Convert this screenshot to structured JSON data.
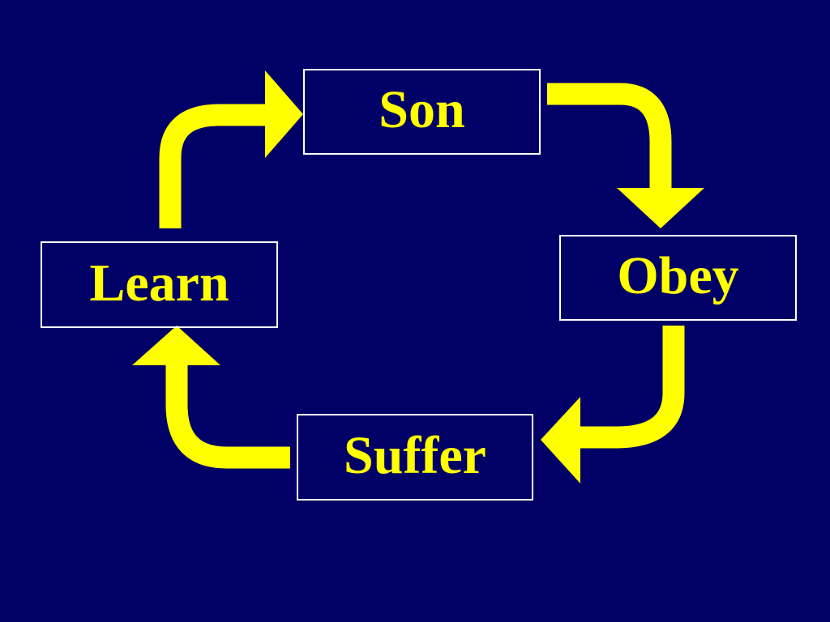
{
  "colors": {
    "background": "#000066",
    "accent": "#ffff00",
    "border": "#ffffff"
  },
  "cycle": {
    "nodes": [
      {
        "label": "Son"
      },
      {
        "label": "Obey"
      },
      {
        "label": "Suffer"
      },
      {
        "label": "Learn"
      }
    ],
    "arrows": [
      {
        "from": "Son",
        "to": "Obey"
      },
      {
        "from": "Obey",
        "to": "Suffer"
      },
      {
        "from": "Suffer",
        "to": "Learn"
      },
      {
        "from": "Learn",
        "to": "Son"
      }
    ]
  }
}
